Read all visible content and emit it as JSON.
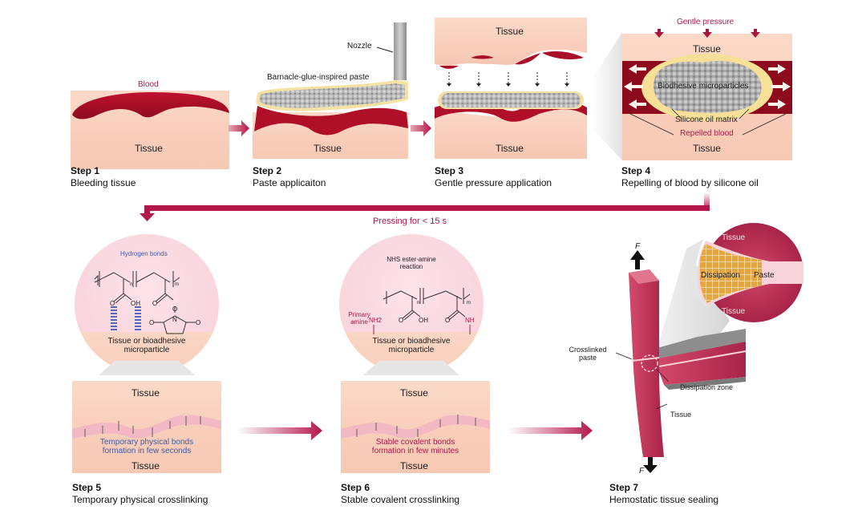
{
  "steps": [
    {
      "title": "Step 1",
      "desc": "Bleeding tissue"
    },
    {
      "title": "Step 2",
      "desc": "Paste applicaiton"
    },
    {
      "title": "Step 3",
      "desc": "Gentle pressure application"
    },
    {
      "title": "Step 4",
      "desc": "Repelling of blood by silicone oil"
    },
    {
      "title": "Step 5",
      "desc": "Temporary physical crosslinking"
    },
    {
      "title": "Step 6",
      "desc": "Stable covalent crosslinking"
    },
    {
      "title": "Step 7",
      "desc": "Hemostatic tissue sealing"
    }
  ],
  "panel1": {
    "blood": "Blood",
    "tissue": "Tissue"
  },
  "panel2": {
    "nozzle": "Nozzle",
    "paste": "Barnacle-glue-inspired paste",
    "tissue": "Tissue"
  },
  "panel3": {
    "tissue_top": "Tissue",
    "tissue_bottom": "Tissue"
  },
  "panel4": {
    "pressure": "Gentle pressure",
    "tissue_top": "Tissue",
    "microparticles": "Biodhesive microparticles",
    "silicone": "Silicone oil matrix",
    "repelled": "Repelled blood",
    "tissue_bottom": "Tissue"
  },
  "connector": {
    "label": "Pressing for < 15 s"
  },
  "panel5": {
    "bubble_title": "Hydrogen bonds",
    "chem": {
      "n": "n",
      "m": "m",
      "o1": "O",
      "oh": "OH",
      "o2": "O",
      "o3": "O",
      "n_atom": "N",
      "o4": "O",
      "o5": "O"
    },
    "surface": "Tissue or bioadhesive",
    "surface2": "microparticle",
    "tissue_top": "Tissue",
    "bonds_1": "Temporary physical bonds",
    "bonds_2": "formation in few seconds",
    "tissue_bottom": "Tissue"
  },
  "panel6": {
    "bubble_title_1": "NHS ester-amine",
    "bubble_title_2": "reaction",
    "chem": {
      "n": "n",
      "m": "m",
      "o1": "O",
      "oh": "OH",
      "o2": "O",
      "nh": "NH",
      "nh2": "NH2"
    },
    "primary_1": "Primary",
    "primary_2": "amine",
    "surface": "Tissue or bioadhesive",
    "surface2": "microparticle",
    "tissue_top": "Tissue",
    "bonds_1": "Stable covalent bonds",
    "bonds_2": "formation in few minutes",
    "tissue_bottom": "Tissue"
  },
  "panel7": {
    "force_top": "F",
    "force_bottom": "F",
    "zoom_tissue_top": "Tissue",
    "zoom_dissipation": "Dissipation",
    "zoom_paste": "Paste",
    "zoom_tissue_bottom": "Tissue",
    "crosslinked_1": "Crosslinked",
    "crosslinked_2": "paste",
    "dissipation_zone": "Dissipation zone",
    "tissue": "Tissue"
  },
  "colors": {
    "blood": "#a8102a",
    "arrow": "#b3174a",
    "tissue": "#f8cdb9",
    "paste": "#b8b8b8",
    "oil": "#f6df96",
    "seal_tissue": "#c0365a"
  }
}
